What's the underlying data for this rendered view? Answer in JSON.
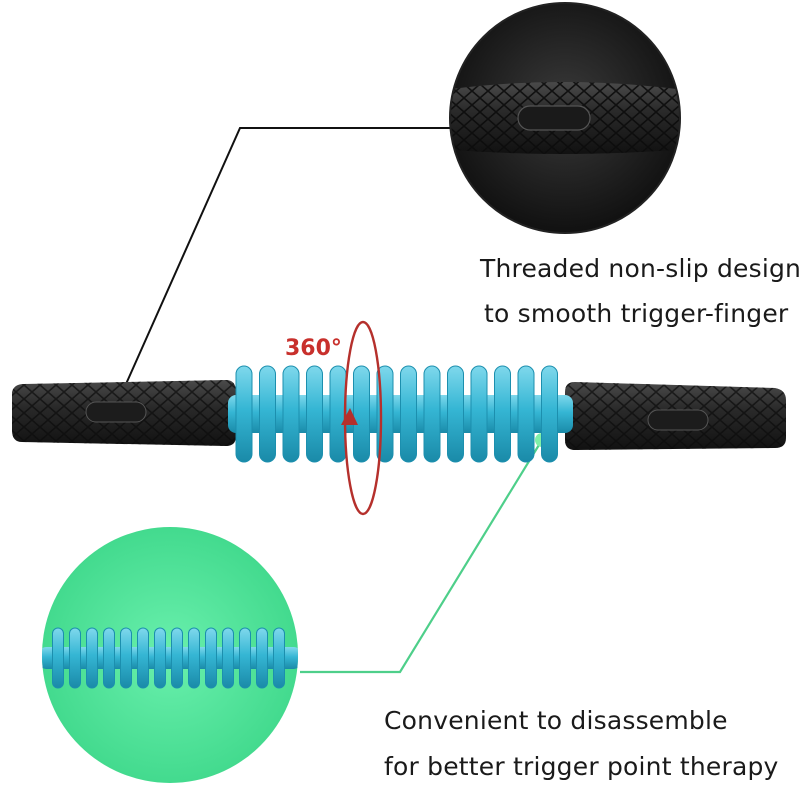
{
  "rotation_label": "360°",
  "captions": {
    "grip": [
      "Threaded non-slip design",
      "to smooth trigger-finger"
    ],
    "roller": [
      "Convenient to disassemble",
      "for better trigger point therapy"
    ]
  },
  "colors": {
    "roller_blue": "#35b6d4",
    "handle_black": "#2a2a2a",
    "highlight_green": "#52e39b",
    "rotation_red": "#b5302c",
    "leader_green": "#4ecf8a"
  }
}
